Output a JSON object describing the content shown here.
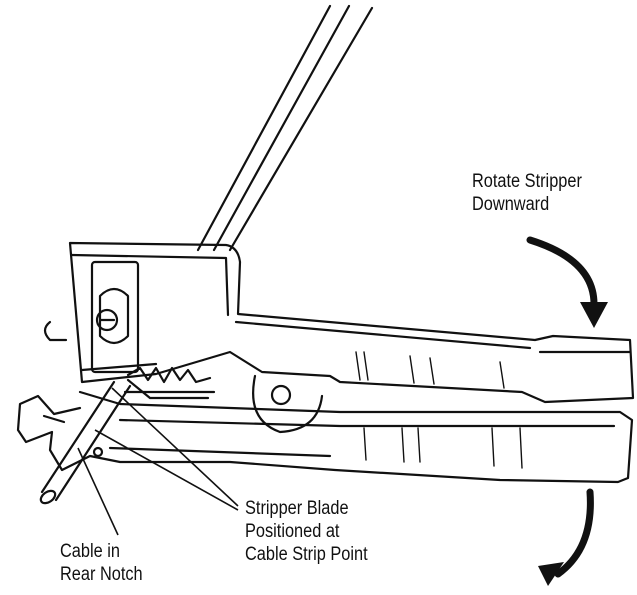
{
  "labels": {
    "rotate": {
      "line1": "Rotate Stripper",
      "line2": "Downward"
    },
    "blade": {
      "line1": "Stripper Blade",
      "line2": "Positioned at",
      "line3": "Cable Strip Point"
    },
    "cable": {
      "line1": "Cable in",
      "line2": "Rear Notch"
    }
  },
  "colors": {
    "ink": "#111111",
    "background": "#ffffff"
  }
}
